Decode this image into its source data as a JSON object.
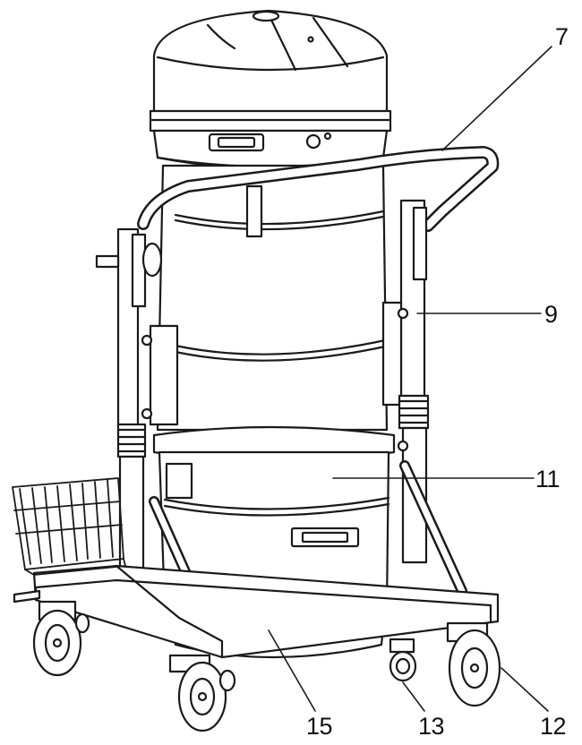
{
  "callouts": {
    "c7": "7",
    "c9": "9",
    "c11": "11",
    "c12": "12",
    "c13": "13",
    "c15": "15"
  },
  "colors": {
    "line": "#1a1a1a",
    "fill": "#ffffff"
  }
}
